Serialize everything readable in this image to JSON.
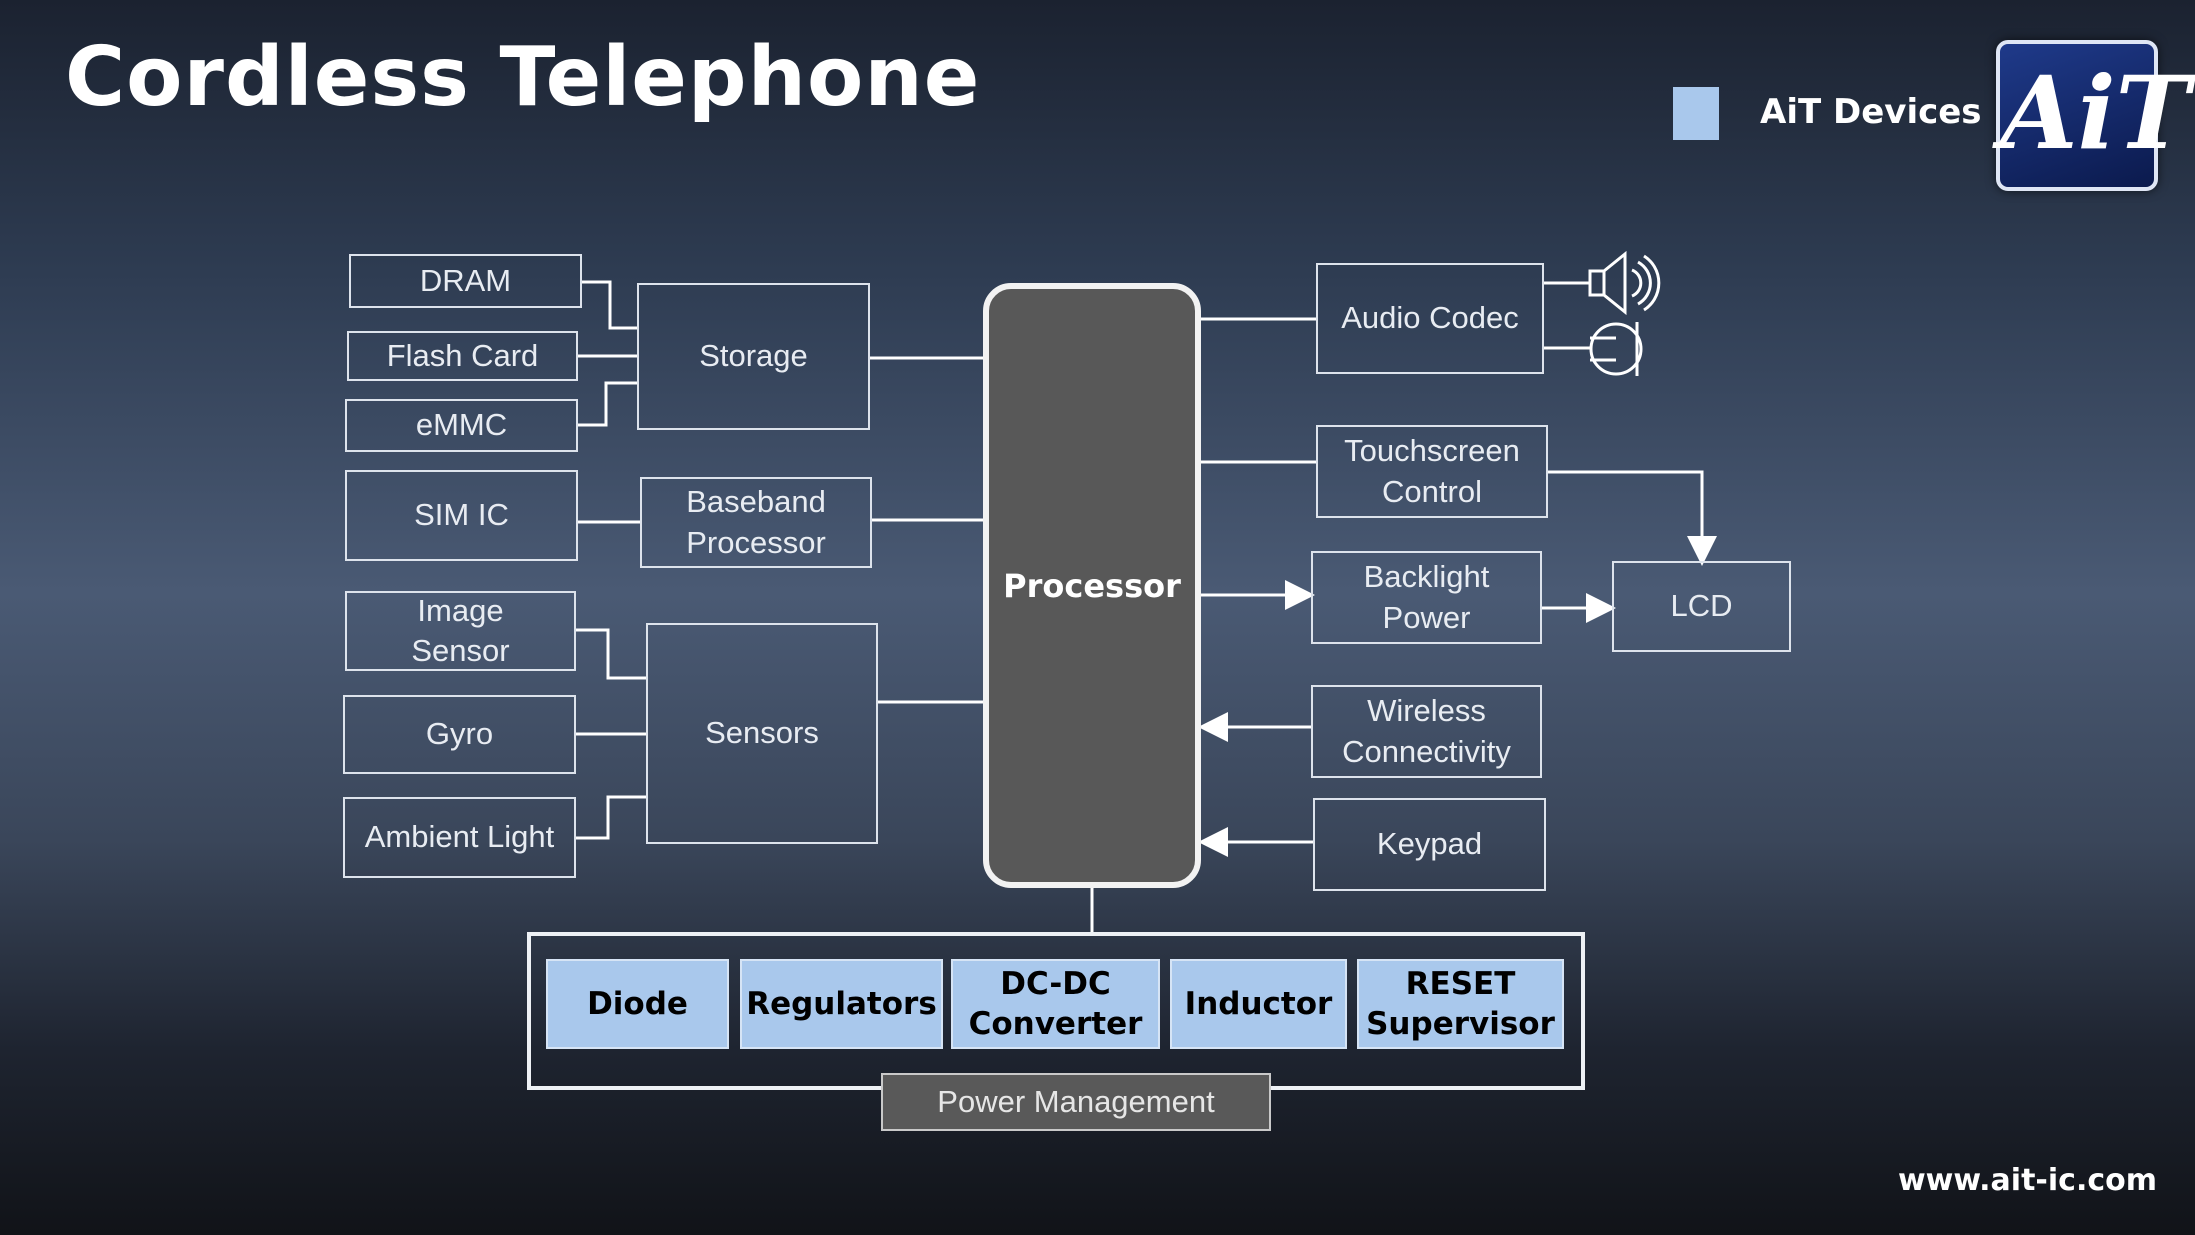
{
  "title": "Cordless Telephone",
  "legend": {
    "label": "AiT Devices",
    "swatch_color": "#a9c8ec"
  },
  "logo": {
    "text": "AiT"
  },
  "processor": "Processor",
  "left_blocks": {
    "dram": "DRAM",
    "flash_card": "Flash Card",
    "emmc": "eMMC",
    "sim_ic": "SIM IC",
    "image_sensor": "Image\nSensor",
    "gyro": "Gyro",
    "ambient_light": "Ambient Light"
  },
  "mid_blocks": {
    "storage": "Storage",
    "baseband": "Baseband\nProcessor",
    "sensors": "Sensors"
  },
  "right_blocks": {
    "audio_codec": "Audio Codec",
    "touchscreen": "Touchscreen\nControl",
    "backlight": "Backlight\nPower",
    "wireless": "Wireless\nConnectivity",
    "keypad": "Keypad",
    "lcd": "LCD"
  },
  "power_management": {
    "label": "Power Management",
    "items": [
      "Diode",
      "Regulators",
      "DC-DC\nConverter",
      "Inductor",
      "RESET\nSupervisor"
    ]
  },
  "icons": [
    "speaker-icon",
    "microphone-icon"
  ],
  "url": "www.ait-ic.com"
}
